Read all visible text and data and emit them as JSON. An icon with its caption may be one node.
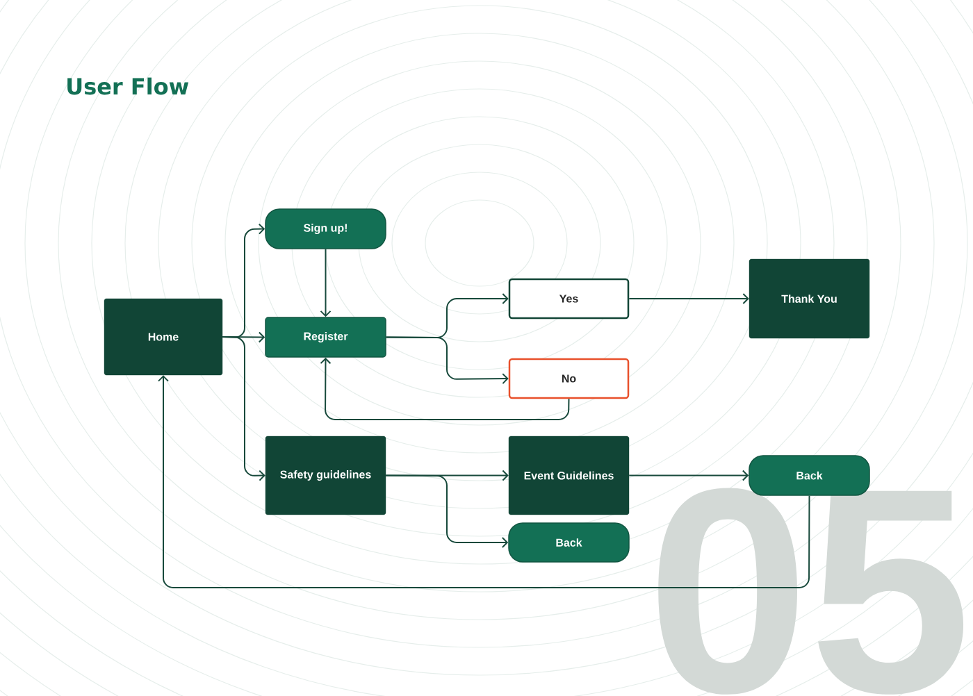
{
  "diagram": {
    "title": "User Flow",
    "nodes": [
      {
        "text": [
          "Home"
        ]
      },
      {
        "text": [
          "Sign up!"
        ]
      },
      {
        "text": [
          "Register"
        ]
      },
      {
        "text": [
          "Yes"
        ]
      },
      {
        "text": [
          "No"
        ]
      },
      {
        "text": [
          "Thank You"
        ]
      },
      {
        "text": [
          "Safety guidelines"
        ]
      },
      {
        "text": [
          "Event Guidelines"
        ]
      },
      {
        "text": [
          "Back"
        ]
      },
      {
        "text": [
          "Back"
        ]
      }
    ],
    "edges": [
      {
        "from": 0,
        "to": 1,
        "arrow": "to"
      },
      {
        "from": 0,
        "to": 2,
        "arrow": "to"
      },
      {
        "from": 0,
        "to": 6,
        "arrow": "to"
      },
      {
        "from": 1,
        "to": 2,
        "arrow": "to"
      },
      {
        "from": 2,
        "to": 3,
        "arrow": "to"
      },
      {
        "from": 2,
        "to": 4,
        "arrow": "to"
      },
      {
        "from": 4,
        "to": 2,
        "arrow": "to"
      },
      {
        "from": 3,
        "to": 5,
        "arrow": "to"
      },
      {
        "from": 6,
        "to": 7,
        "arrow": "to"
      },
      {
        "from": 6,
        "to": 9,
        "arrow": "to"
      },
      {
        "from": 7,
        "to": 8,
        "arrow": "to"
      },
      {
        "from": 8,
        "to": 0,
        "arrow": "to"
      }
    ],
    "labels": [
      "05"
    ]
  }
}
